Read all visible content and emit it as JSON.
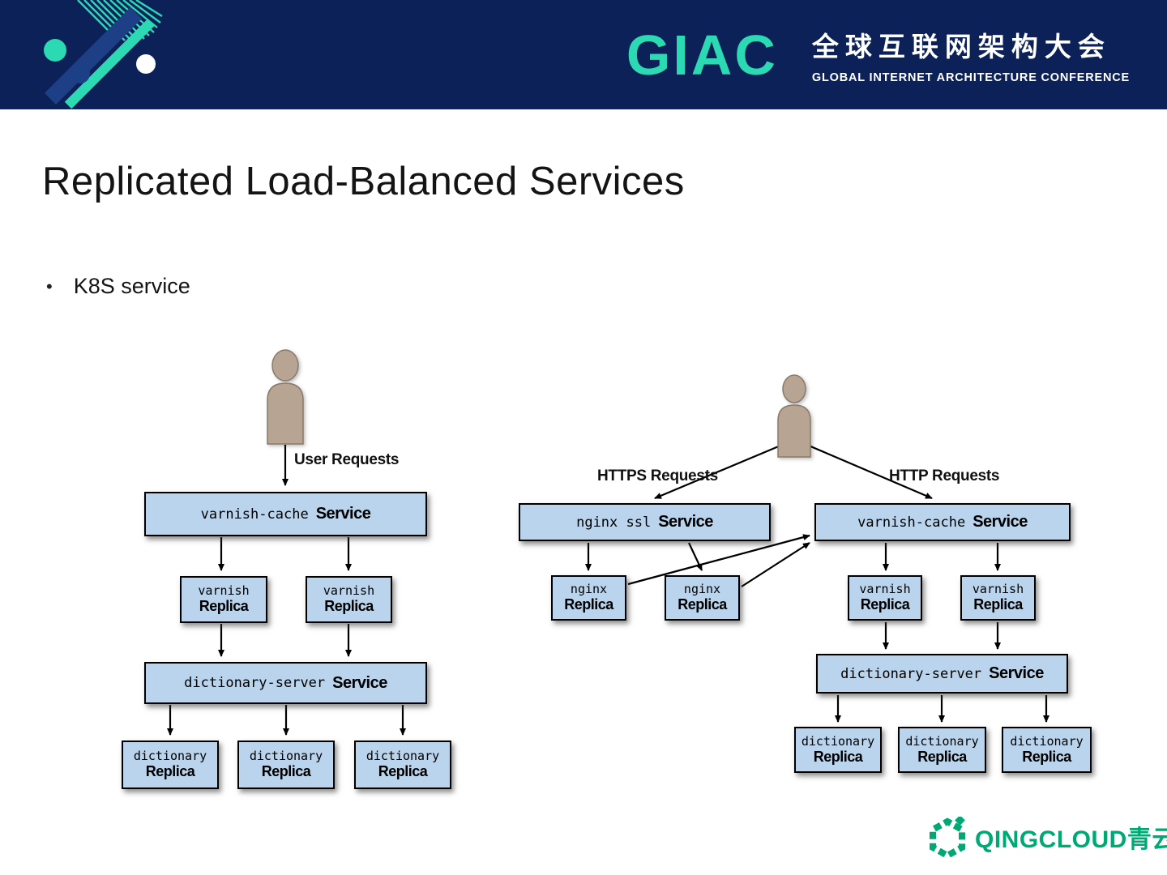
{
  "header": {
    "giac": "GIAC",
    "conference_cn": "全球互联网架构大会",
    "conference_en": "GLOBAL INTERNET ARCHITECTURE CONFERENCE",
    "bg_color": "#0c2158",
    "accent_color": "#2bd9b2"
  },
  "slide": {
    "title": "Replicated Load-Balanced Services",
    "bullet_marker": "•",
    "bullet": "K8S service"
  },
  "left_diagram": {
    "request_label": "User Requests",
    "service_top": {
      "code": "varnish-cache",
      "type": "Service"
    },
    "replicas_top": [
      {
        "code": "varnish",
        "type": "Replica"
      },
      {
        "code": "varnish",
        "type": "Replica"
      }
    ],
    "service_bottom": {
      "code": "dictionary-server",
      "type": "Service"
    },
    "replicas_bottom": [
      {
        "code": "dictionary",
        "type": "Replica"
      },
      {
        "code": "dictionary",
        "type": "Replica"
      },
      {
        "code": "dictionary",
        "type": "Replica"
      }
    ]
  },
  "right_diagram": {
    "https_label": "HTTPS Requests",
    "http_label": "HTTP Requests",
    "nginx_service": {
      "code": "nginx ssl",
      "type": "Service"
    },
    "nginx_replicas": [
      {
        "code": "nginx",
        "type": "Replica"
      },
      {
        "code": "nginx",
        "type": "Replica"
      }
    ],
    "varnish_service": {
      "code": "varnish-cache",
      "type": "Service"
    },
    "varnish_replicas": [
      {
        "code": "varnish",
        "type": "Replica"
      },
      {
        "code": "varnish",
        "type": "Replica"
      }
    ],
    "dict_service": {
      "code": "dictionary-server",
      "type": "Service"
    },
    "dict_replicas": [
      {
        "code": "dictionary",
        "type": "Replica"
      },
      {
        "code": "dictionary",
        "type": "Replica"
      },
      {
        "code": "dictionary",
        "type": "Replica"
      }
    ]
  },
  "footer": {
    "brand": "QINGCLOUD青云",
    "brand_color": "#00a973"
  },
  "diagram_colors": {
    "box_fill": "#b9d4ec",
    "box_border": "#000000",
    "person_fill": "#b7a492"
  }
}
